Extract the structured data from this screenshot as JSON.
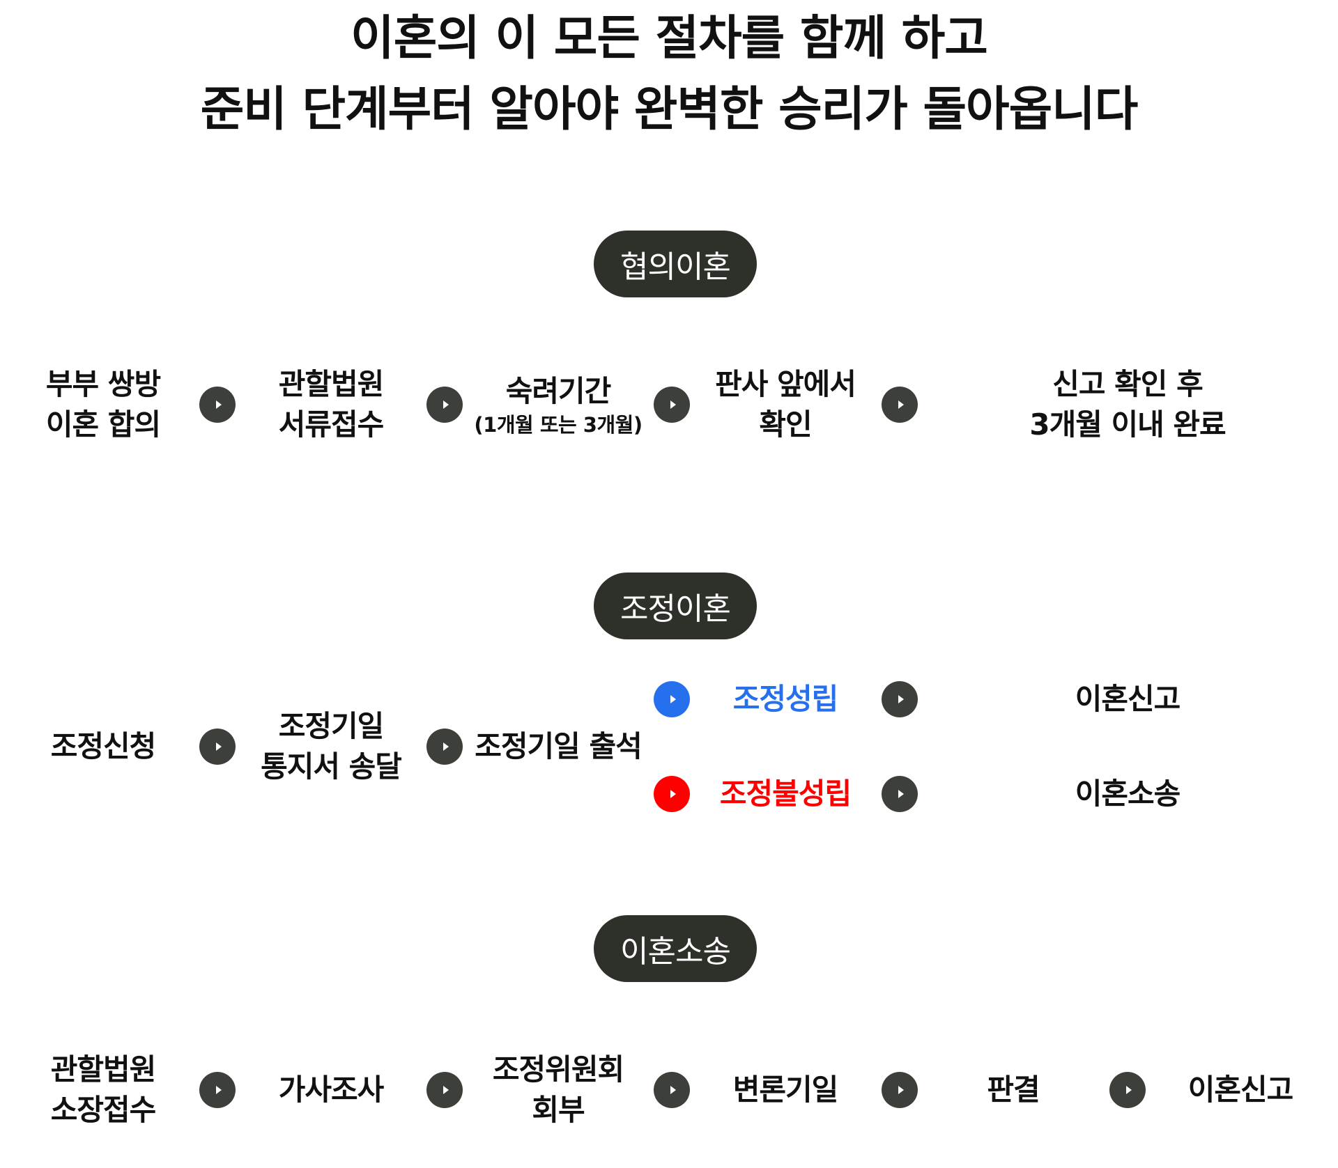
{
  "headline": {
    "line1": "이혼의 이 모든 절차를 함께 하고",
    "line2": "준비 단계부터 알아야 완벽한 승리가 돌아옵니다"
  },
  "sections": {
    "consensual": {
      "label": "협의이혼",
      "steps": [
        {
          "lines": [
            "부부 쌍방",
            "이혼 합의"
          ]
        },
        {
          "lines": [
            "관할법원",
            "서류접수"
          ]
        },
        {
          "lines": [
            "숙려기간"
          ],
          "sub": "(1개월 또는 3개월)"
        },
        {
          "lines": [
            "판사 앞에서",
            "확인"
          ]
        },
        {
          "lines": [
            "신고 확인 후",
            "3개월 이내 완료"
          ]
        }
      ]
    },
    "mediation": {
      "label": "조정이혼",
      "steps": [
        {
          "lines": [
            "조정신청"
          ]
        },
        {
          "lines": [
            "조정기일",
            "통지서 송달"
          ]
        },
        {
          "lines": [
            "조정기일 출석"
          ]
        }
      ],
      "success": {
        "label": "조정성립",
        "next": "이혼신고",
        "color": "#2670ee"
      },
      "failure": {
        "label": "조정불성립",
        "next": "이혼소송",
        "color": "#ff0000"
      }
    },
    "litigation": {
      "label": "이혼소송",
      "steps": [
        {
          "lines": [
            "관할법원",
            "소장접수"
          ]
        },
        {
          "lines": [
            "가사조사"
          ]
        },
        {
          "lines": [
            "조정위원회",
            "회부"
          ]
        },
        {
          "lines": [
            "변론기일"
          ]
        },
        {
          "lines": [
            "판결"
          ]
        },
        {
          "lines": [
            "이혼신고"
          ]
        }
      ]
    }
  },
  "icons": {
    "arrow": "play-arrow-icon"
  },
  "colors": {
    "pill_bg": "#2e302a",
    "arrow_bg": "#3d403a",
    "success": "#2670ee",
    "failure": "#ff0000"
  }
}
